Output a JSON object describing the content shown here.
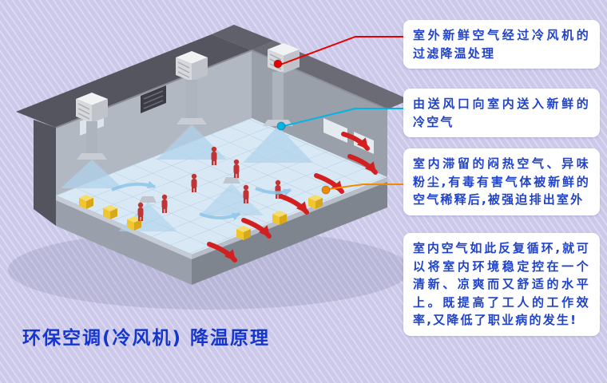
{
  "title": "环保空调(冷风机) 降温原理",
  "callouts": [
    {
      "id": "filter",
      "text": "室外新鲜空气经过冷风机的过滤降温处理",
      "accent": "#e60000"
    },
    {
      "id": "supply",
      "text": "由送风口向室内送入新鲜的冷空气",
      "accent": "#00b4e6"
    },
    {
      "id": "exhaust",
      "text": "室内滞留的闷热空气、异味粉尘,有毒有害气体被新鲜的空气稀释后,被强迫排出室外",
      "accent": "#f08a00"
    },
    {
      "id": "cycle",
      "text": "室内空气如此反复循环,就可以将室内环境稳定控在一个清新、凉爽而又舒适的水平上。既提高了工人的工作效率,又降低了职业病的发生!"
    }
  ],
  "colors": {
    "callout_text": "#2143c8",
    "title": "#1536cc",
    "background": "#cbc8ea",
    "exhaust_arrow": "#d22020",
    "supply_air": "#aed2ec"
  },
  "illustration": {
    "description": "工厂车间环保空调降温原理示意图",
    "cooling_unit_count": "3"
  }
}
